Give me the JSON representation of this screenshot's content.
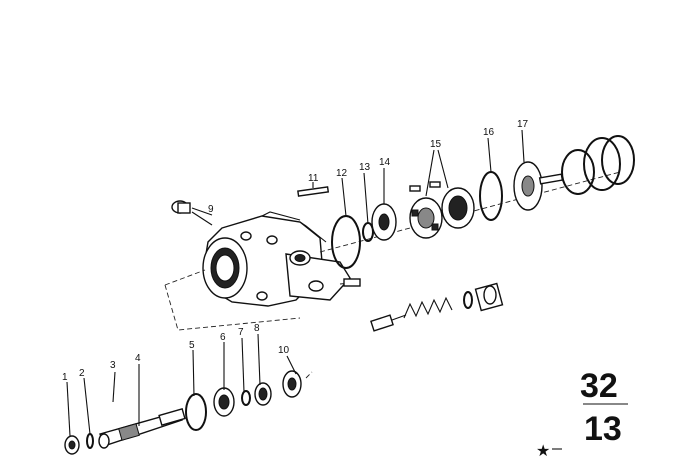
{
  "callouts": [
    "1",
    "2",
    "3",
    "4",
    "5",
    "6",
    "7",
    "8",
    "9",
    "10",
    "11",
    "12",
    "13",
    "14",
    "15",
    "16",
    "17"
  ],
  "group_code": {
    "top": "32",
    "bottom": "13"
  },
  "footer_mark": "★"
}
